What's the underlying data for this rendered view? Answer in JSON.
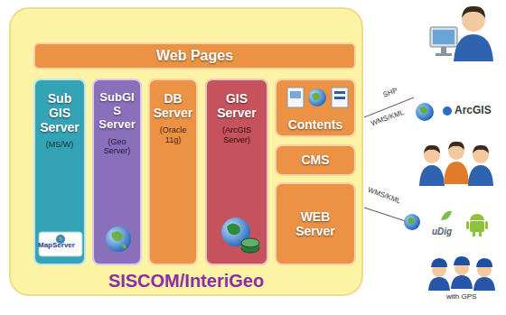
{
  "diagram": {
    "nodes": [
      {
        "text": [
          "SISCOM/InteriGeo"
        ]
      },
      {
        "text": [
          "Web Pages"
        ],
        "in": 0
      },
      {
        "text": [
          "Sub GIS Server",
          "(MS/W)"
        ],
        "in": 0
      },
      {
        "text": [
          "SubGIS Server",
          "(Geo Server)"
        ],
        "in": 0
      },
      {
        "text": [
          "DB Server",
          "(Oracle 11g)"
        ],
        "in": 0
      },
      {
        "text": [
          "GIS Server",
          "(ArcGIS Server)"
        ],
        "in": 0
      },
      {
        "text": [
          "Contents"
        ],
        "in": 0
      },
      {
        "text": [
          "CMS"
        ],
        "in": 0
      },
      {
        "text": [
          "WEB Server"
        ],
        "in": 0
      }
    ],
    "labels": [
      "MapServer",
      "SHP",
      "WMS/KML",
      "ArcGIS",
      "WMS/KML",
      "uDig",
      "with GPS"
    ]
  }
}
